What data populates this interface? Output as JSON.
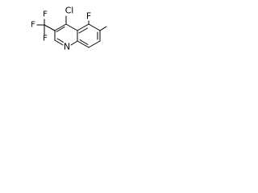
{
  "molecule": {
    "atoms": {
      "cl": "Cl",
      "f_ring": "F",
      "n": "N",
      "f_top": "F",
      "f_left": "F",
      "f_bottom": "F"
    },
    "colors": {
      "ink": "#000000",
      "background": "#ffffff"
    }
  }
}
